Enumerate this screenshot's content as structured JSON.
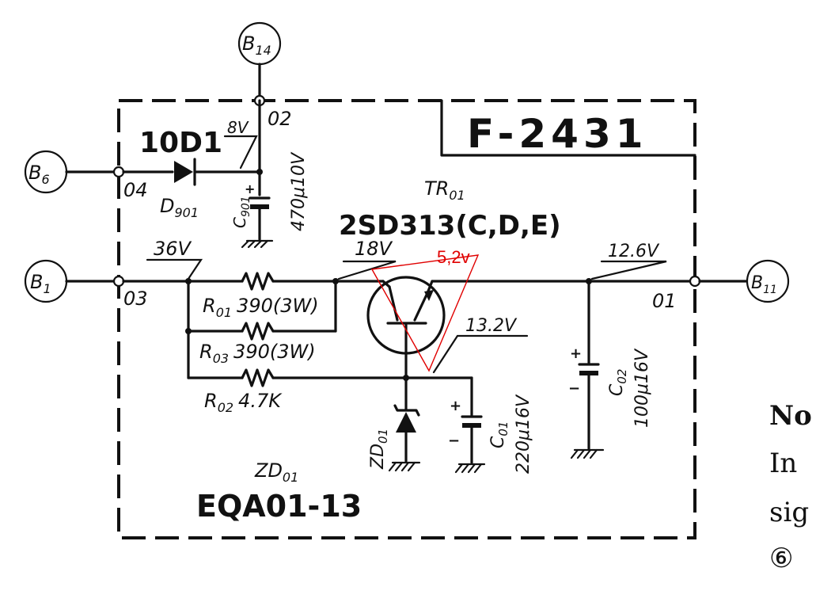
{
  "model_box": {
    "label": "F-2431"
  },
  "terminals": {
    "b14": {
      "main": "B",
      "sub": "14"
    },
    "b6": {
      "main": "B",
      "sub": "6"
    },
    "b1": {
      "main": "B",
      "sub": "1"
    },
    "b11": {
      "main": "B",
      "sub": "11"
    }
  },
  "pins": {
    "p02": "02",
    "p04": "04",
    "p03": "03",
    "p01": "01"
  },
  "voltages": {
    "v8": "8V",
    "v36": "36V",
    "v18": "18V",
    "v12_6": "12.6V",
    "v13_2": "13.2V"
  },
  "diode": {
    "part": "10D1",
    "ref_main": "D",
    "ref_sub": "901"
  },
  "c901": {
    "ref_main": "C",
    "ref_sub": "901",
    "value": "470μ10V"
  },
  "transistor": {
    "ref_main": "TR",
    "ref_sub": "01",
    "part": "2SD313(C,D,E)"
  },
  "resistors": {
    "r01": {
      "ref_main": "R",
      "ref_sub": "01",
      "value": "390(3W)"
    },
    "r03": {
      "ref_main": "R",
      "ref_sub": "03",
      "value": "390(3W)"
    },
    "r02": {
      "ref_main": "R",
      "ref_sub": "02",
      "value": "4.7K"
    }
  },
  "zener": {
    "ref_main": "ZD",
    "ref_sub": "01",
    "part": "EQA01-13"
  },
  "c01": {
    "ref_main": "C",
    "ref_sub": "01",
    "value": "220μ16V"
  },
  "c02": {
    "ref_main": "C",
    "ref_sub": "02",
    "value": "100μ16V"
  },
  "annotation": {
    "text": "5,2v",
    "color": "#e00000"
  },
  "side_text": {
    "line1": "No",
    "line2": "In",
    "line3": "sig",
    "line4": "⑥"
  }
}
